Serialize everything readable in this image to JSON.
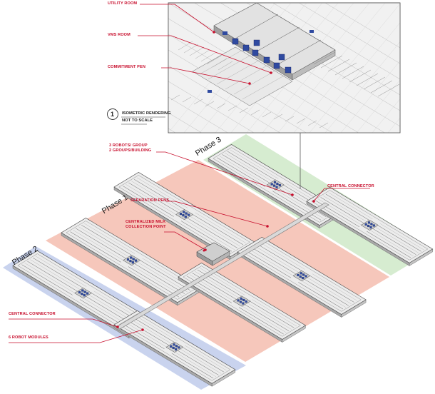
{
  "labels": {
    "utility_room": "UTILITY ROOM",
    "vms_room": "VMS ROOM",
    "commitment_pen": "COMMITMENT PEN",
    "robots_line1": "3 ROBOTS/ GROUP",
    "robots_line2": "2 GROUPS/BUILDING",
    "central_connector_top": "CENTRAL CONNECTOR",
    "separation_pens": "SEPARATION PENS",
    "milk_line1": "CENTRALIZED MILK",
    "milk_line2": "COLLECTION POINT",
    "central_connector_left": "CENTRAL CONNECTOR",
    "robot_modules": "6 ROBOT MODULES"
  },
  "note": {
    "number": "1",
    "line1": "ISOMETRIC RENDERING",
    "line2": "NOT TO SCALE"
  },
  "phases": {
    "phase1": "Phase 1",
    "phase2": "Phase 2",
    "phase3": "Phase 3"
  },
  "colors": {
    "label_red": "#c8102e",
    "phase1_fill": "#f6c7bb",
    "phase2_fill": "#c9d3ee",
    "phase3_fill": "#d6ecd0",
    "building": "#e9e9e9",
    "robot_blue": "#2f4aa0"
  }
}
